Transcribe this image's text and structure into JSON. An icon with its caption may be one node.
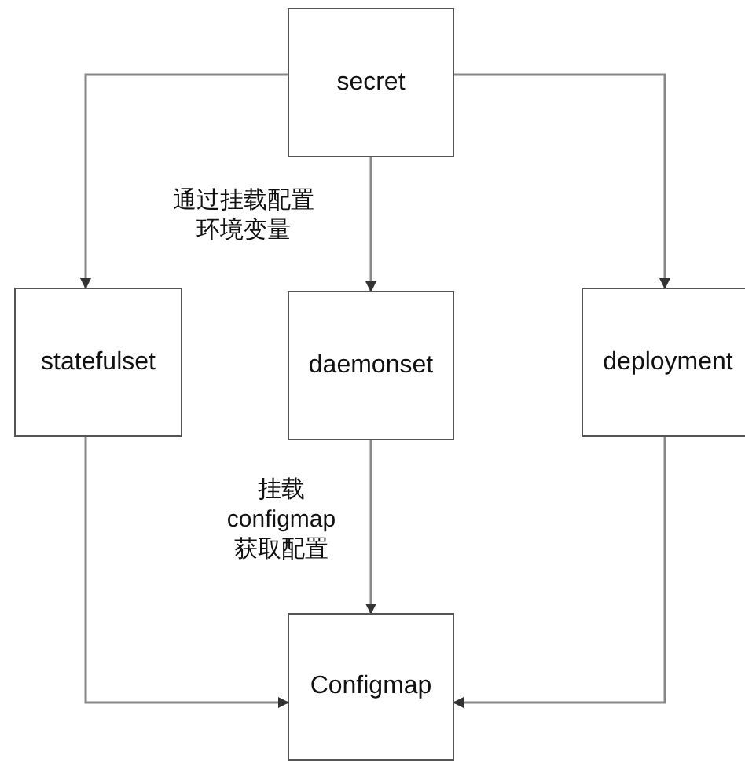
{
  "diagram": {
    "nodes": [
      {
        "text": [
          "secret"
        ]
      },
      {
        "text": [
          "statefulset"
        ]
      },
      {
        "text": [
          "daemonset"
        ]
      },
      {
        "text": [
          "deployment"
        ]
      },
      {
        "text": [
          "Configmap"
        ]
      }
    ],
    "edges": [
      {
        "from": 0,
        "to": 1,
        "arrow": "to"
      },
      {
        "from": 0,
        "to": 2,
        "arrow": "to",
        "label": "通过挂载配置环境变量"
      },
      {
        "from": 0,
        "to": 3,
        "arrow": "to"
      },
      {
        "from": 2,
        "to": 4,
        "arrow": "to",
        "label": "挂载configmap获取配置"
      },
      {
        "from": 1,
        "to": 4,
        "arrow": "to"
      },
      {
        "from": 3,
        "to": 4,
        "arrow": "to"
      }
    ]
  }
}
